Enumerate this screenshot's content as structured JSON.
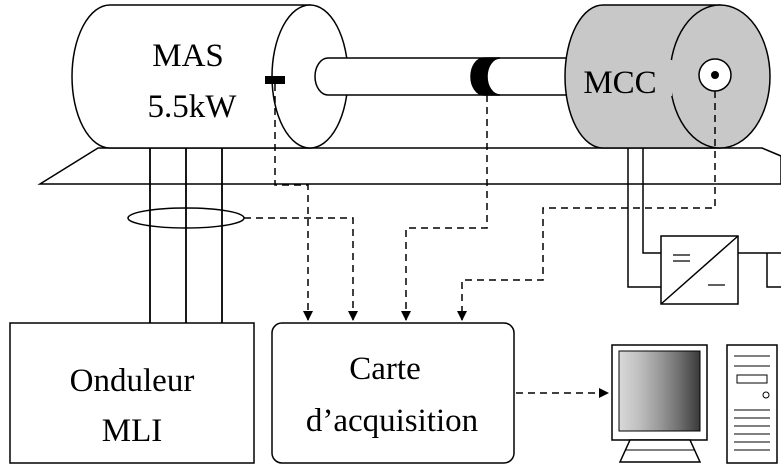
{
  "motor": {
    "line1": "MAS",
    "line2": "5.5kW"
  },
  "dc_machine": {
    "label": "MCC"
  },
  "inverter": {
    "line1": "Onduleur",
    "line2": "MLI"
  },
  "acq_card": {
    "line1": "Carte",
    "line2": "d’acquisition"
  },
  "icons": {
    "encoder": "encoder-icon",
    "current_probe": "current-probe-icon",
    "converter": "dc-dc-converter-icon",
    "computer": "computer-icon"
  },
  "colors": {
    "dc_machine_fill": "#c8c8c8",
    "line": "#000000",
    "monitor_screen": "#888888"
  }
}
